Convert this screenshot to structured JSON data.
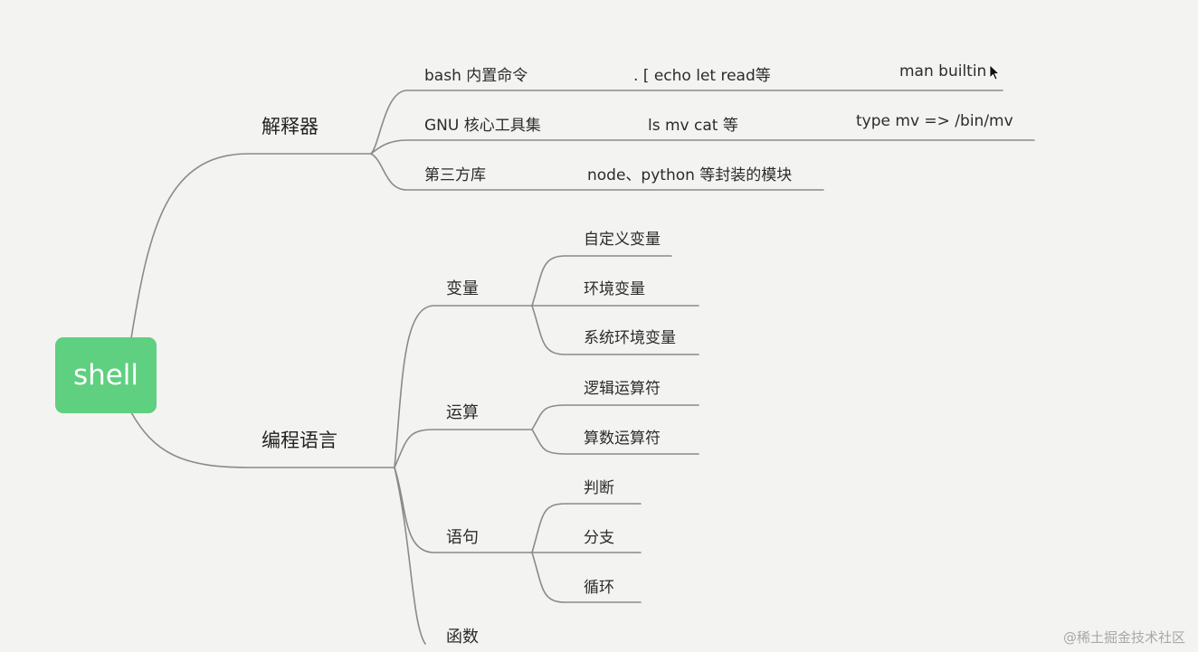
{
  "root": {
    "label": "shell"
  },
  "branches": {
    "interpreter": {
      "label": "解释器",
      "items": {
        "bash": {
          "label": "bash 内置命令",
          "detail": ".  [   echo   let   read等",
          "note": "man builtin"
        },
        "gnu": {
          "label": "GNU 核心工具集",
          "detail": "ls    mv   cat 等",
          "note": "type mv =>  /bin/mv"
        },
        "third": {
          "label": "第三方库",
          "detail": "node、python 等封装的模块"
        }
      }
    },
    "language": {
      "label": "编程语言",
      "variable": {
        "label": "变量",
        "children": [
          "自定义变量",
          "环境变量",
          "系统环境变量"
        ]
      },
      "operation": {
        "label": "运算",
        "children": [
          "逻辑运算符",
          "算数运算符"
        ]
      },
      "statement": {
        "label": "语句",
        "children": [
          "判断",
          "分支",
          "循环"
        ]
      },
      "function": {
        "label": "函数"
      }
    }
  },
  "watermark": "@稀土掘金技术社区",
  "colors": {
    "root": "#5fcf80",
    "connector": "#8a8a8a",
    "background": "#f3f3f1"
  }
}
